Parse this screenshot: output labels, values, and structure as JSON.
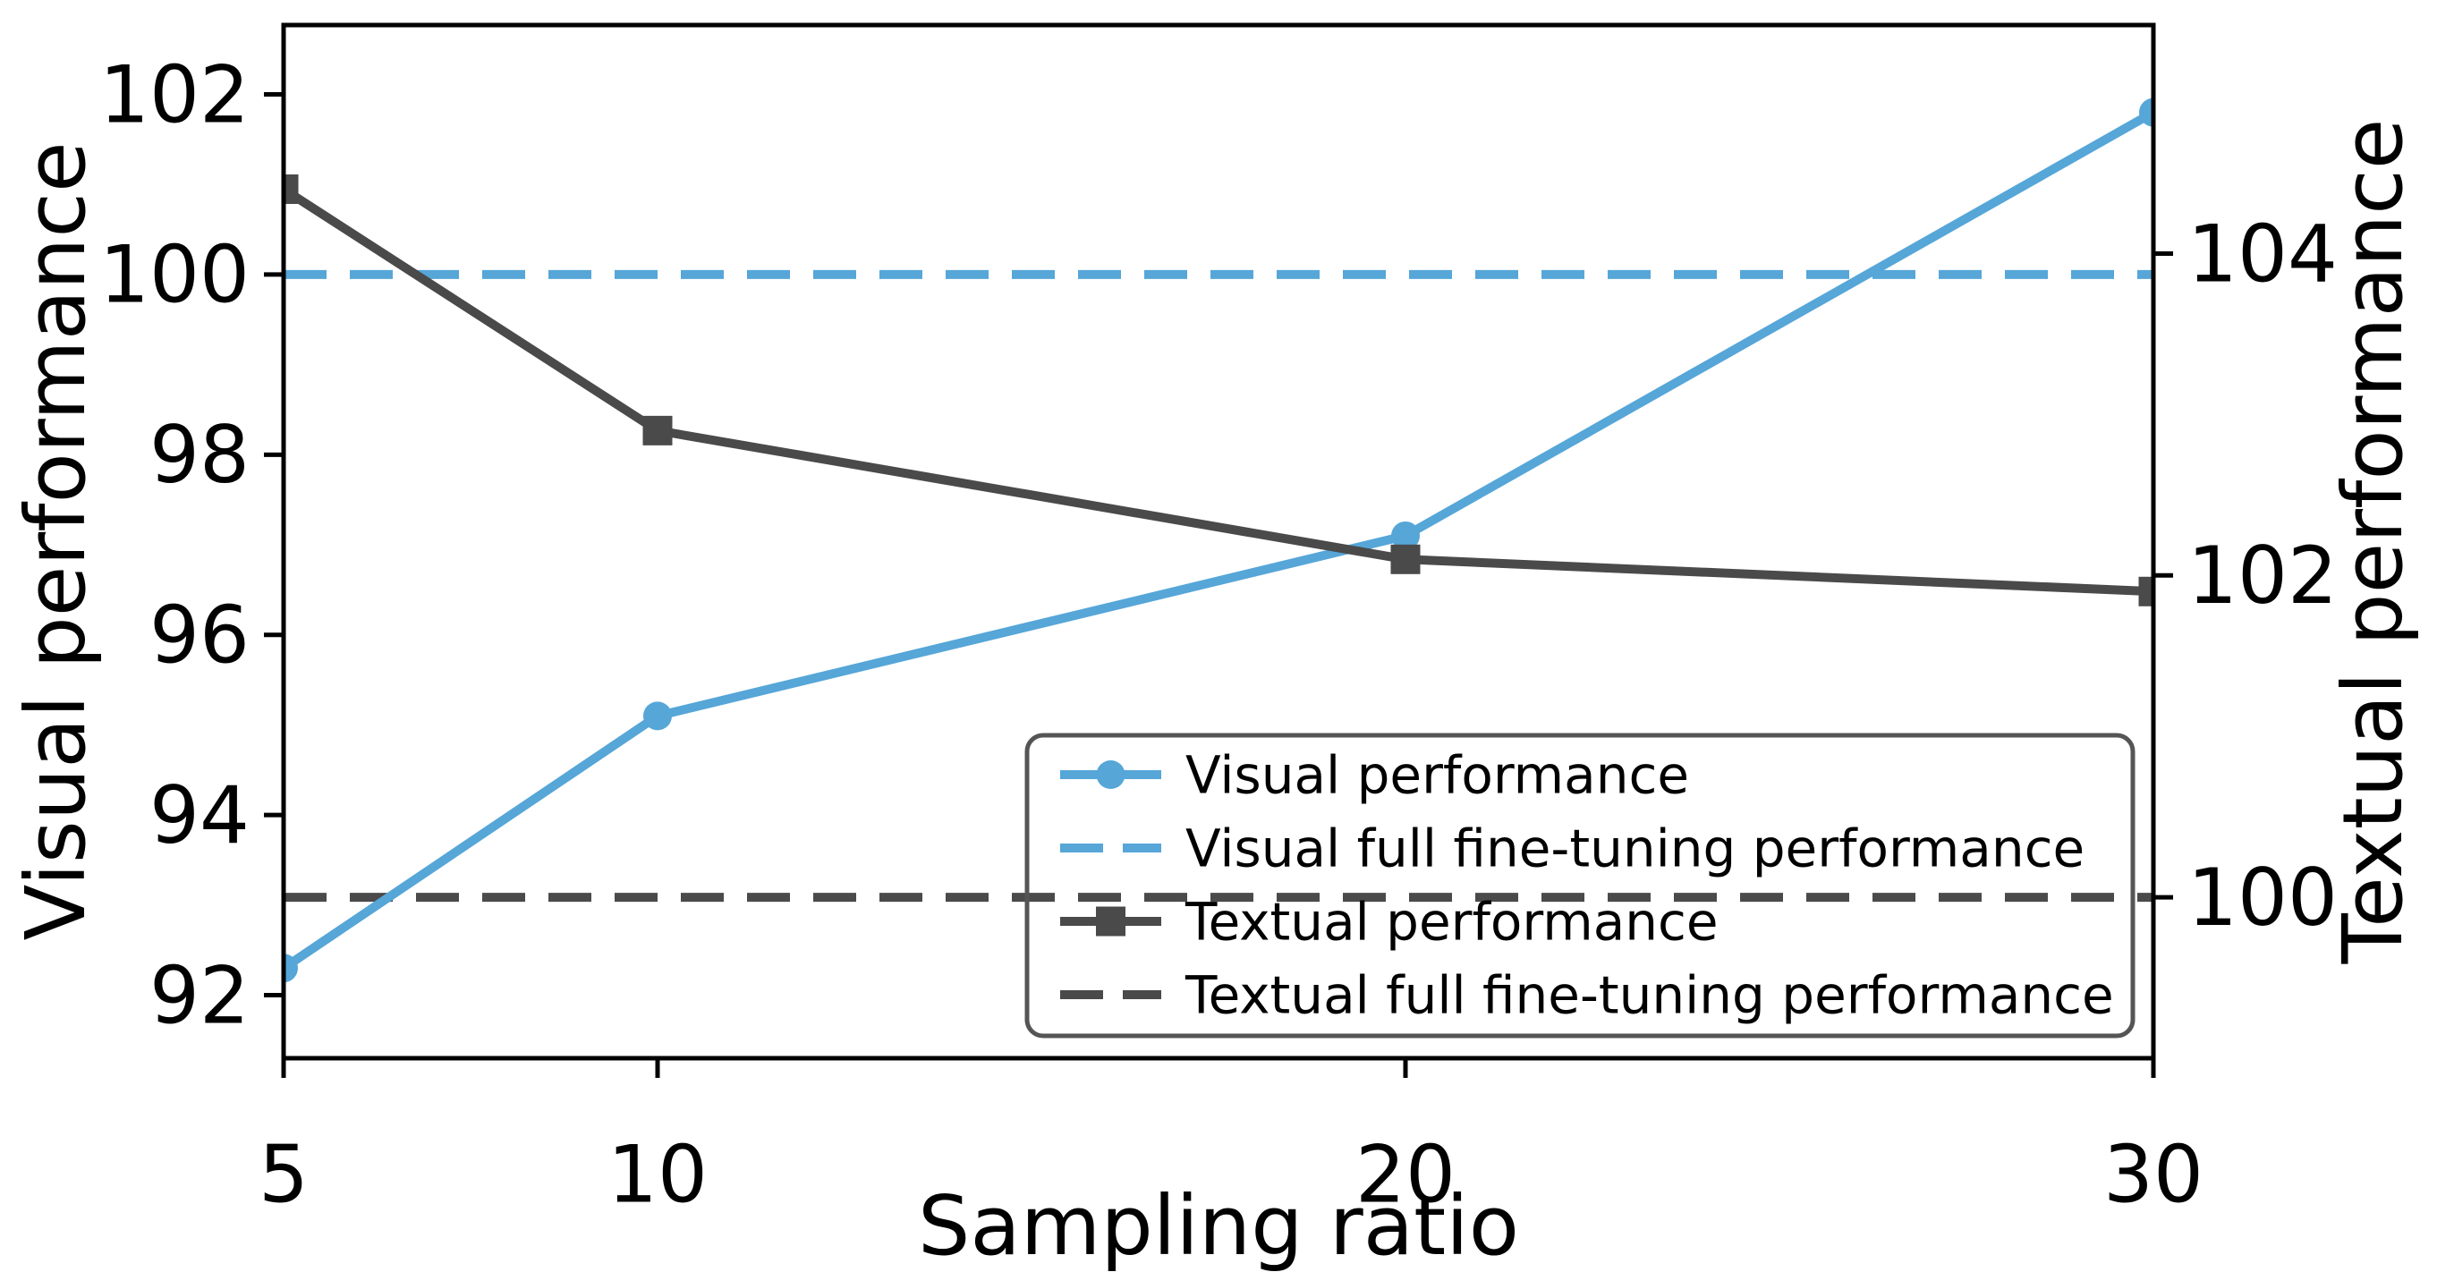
{
  "figure": {
    "background": "#ffffff",
    "spine_color": "#000000",
    "legend_border_color": "#555555"
  },
  "chart_data": {
    "type": "line",
    "title": "",
    "xlabel": "Sampling ratio",
    "ylabel_left": "Visual performance",
    "ylabel_right": "Textual performance",
    "x": [
      5,
      10,
      20,
      30
    ],
    "x_ticks": [
      "5",
      "10",
      "20",
      "30"
    ],
    "x_lim": [
      5,
      30
    ],
    "left_axis": {
      "ticks": [
        "92",
        "94",
        "96",
        "98",
        "100",
        "102"
      ],
      "tick_values": [
        92,
        94,
        96,
        98,
        100,
        102
      ],
      "lim": [
        91.3,
        102.77
      ]
    },
    "right_axis": {
      "ticks": [
        "100",
        "102",
        "104"
      ],
      "tick_values": [
        100,
        102,
        104
      ],
      "lim": [
        99.0,
        105.42
      ]
    },
    "grid": false,
    "legend_position": "lower-right-inside",
    "series": [
      {
        "name": "Visual performance",
        "axis": "left",
        "kind": "line",
        "marker": "circle",
        "dashed": false,
        "color": "#56a6d8",
        "values": [
          92.3,
          95.1,
          97.1,
          101.8
        ]
      },
      {
        "name": "Visual full fine-tuning performance",
        "axis": "left",
        "kind": "hline",
        "marker": "none",
        "dashed": true,
        "color": "#56a6d8",
        "value": 100.0
      },
      {
        "name": "Textual performance",
        "axis": "right",
        "kind": "line",
        "marker": "square",
        "dashed": false,
        "color": "#4a4a4a",
        "values": [
          104.4,
          102.9,
          102.1,
          101.9
        ]
      },
      {
        "name": "Textual full fine-tuning performance",
        "axis": "right",
        "kind": "hline",
        "marker": "none",
        "dashed": true,
        "color": "#4a4a4a",
        "value": 100.0
      }
    ]
  }
}
